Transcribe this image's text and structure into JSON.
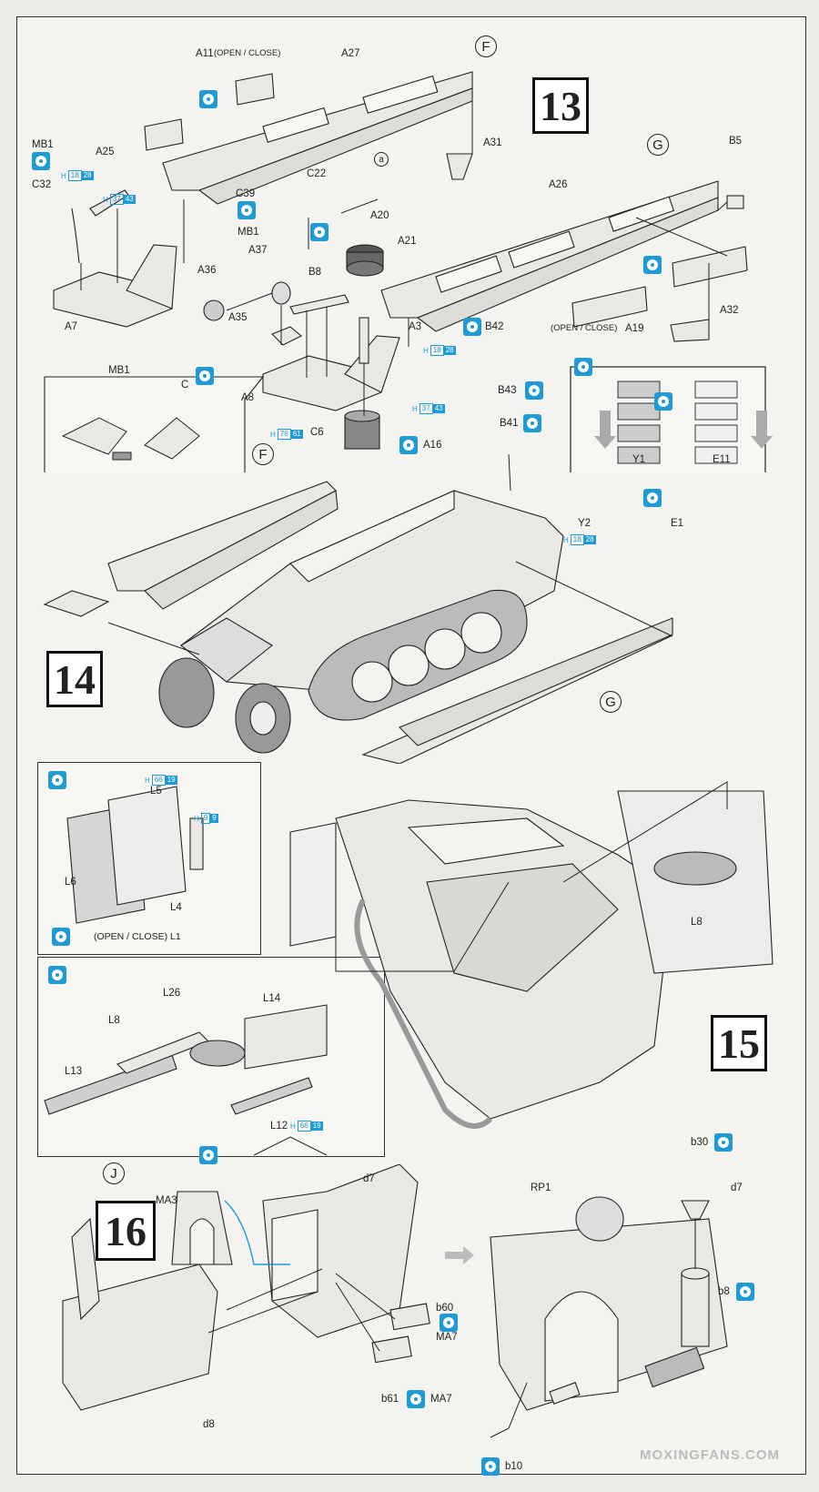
{
  "steps": {
    "s13": "13",
    "s14": "14",
    "s15": "15",
    "s16": "16"
  },
  "sub_markers": {
    "f_top": "F",
    "g_top": "G",
    "f_mid": "F",
    "g_mid": "G",
    "j": "J",
    "a": "a"
  },
  "step13_labels": {
    "a11": "A11",
    "open_close": "(OPEN / CLOSE)",
    "a27": "A27",
    "mb1": "MB1",
    "a25": "A25",
    "c32": "C32",
    "a7": "A7",
    "c22": "C22",
    "c39": "C39",
    "mb1b": "MB1",
    "a20": "A20",
    "a21": "A21",
    "a37": "A37",
    "a36": "A36",
    "b8": "B8",
    "a35": "A35",
    "a8": "A8",
    "a3": "A3",
    "c6": "C6",
    "a31": "A31",
    "b5": "B5",
    "a26": "A26",
    "open_close_a19": "(OPEN / CLOSE)",
    "a19": "A19",
    "a32": "A32"
  },
  "step14_labels": {
    "b42": "B42",
    "b43": "B43",
    "b41": "B41",
    "a16": "A16",
    "y1": "Y1",
    "e11": "E11",
    "y2": "Y2",
    "e1": "E1",
    "inset_mb1": "MB1",
    "inset_c": "C"
  },
  "step15_labels": {
    "l5": "L5",
    "l6": "L6",
    "l4": "L4",
    "open_close_l1": "(OPEN / CLOSE) L1",
    "l8": "L8",
    "l26": "L26",
    "l14": "L14",
    "l8b": "L8",
    "l13": "L13",
    "l12": "L12"
  },
  "step16_labels": {
    "ma3": "MA3",
    "d7": "d7",
    "b60": "b60",
    "ma7": "MA7",
    "b61": "b61",
    "ma7b": "MA7",
    "d8": "d8",
    "b30": "b30",
    "rp1": "RP1",
    "d7b": "d7",
    "b8": "b8",
    "b10": "b10"
  },
  "paint_codes": [
    {
      "h": "H",
      "n1": "18",
      "n2": "28"
    },
    {
      "h": "H",
      "n1": "37",
      "n2": "43"
    },
    {
      "h": "H",
      "n1": "76",
      "n2": "61"
    },
    {
      "h": "H",
      "n1": "18",
      "n2": "28"
    },
    {
      "h": "H",
      "n1": "37",
      "n2": "43"
    },
    {
      "h": "H",
      "n1": "18",
      "n2": "28"
    },
    {
      "h": "H",
      "n1": "66",
      "n2": "19"
    },
    {
      "h": "H",
      "n1": "9",
      "n2": "9"
    },
    {
      "h": "H",
      "n1": "66",
      "n2": "19"
    }
  ],
  "watermark": "MOXINGFANS.COM",
  "colors": {
    "accent": "#1e9bd7",
    "line": "#222222",
    "part": "#e9e8e5",
    "paper": "#f4f3f0"
  },
  "icons": [
    "choose-either-icon",
    "paint-drop-icon",
    "glue-icon",
    "detail-icon",
    "remove-icon"
  ]
}
